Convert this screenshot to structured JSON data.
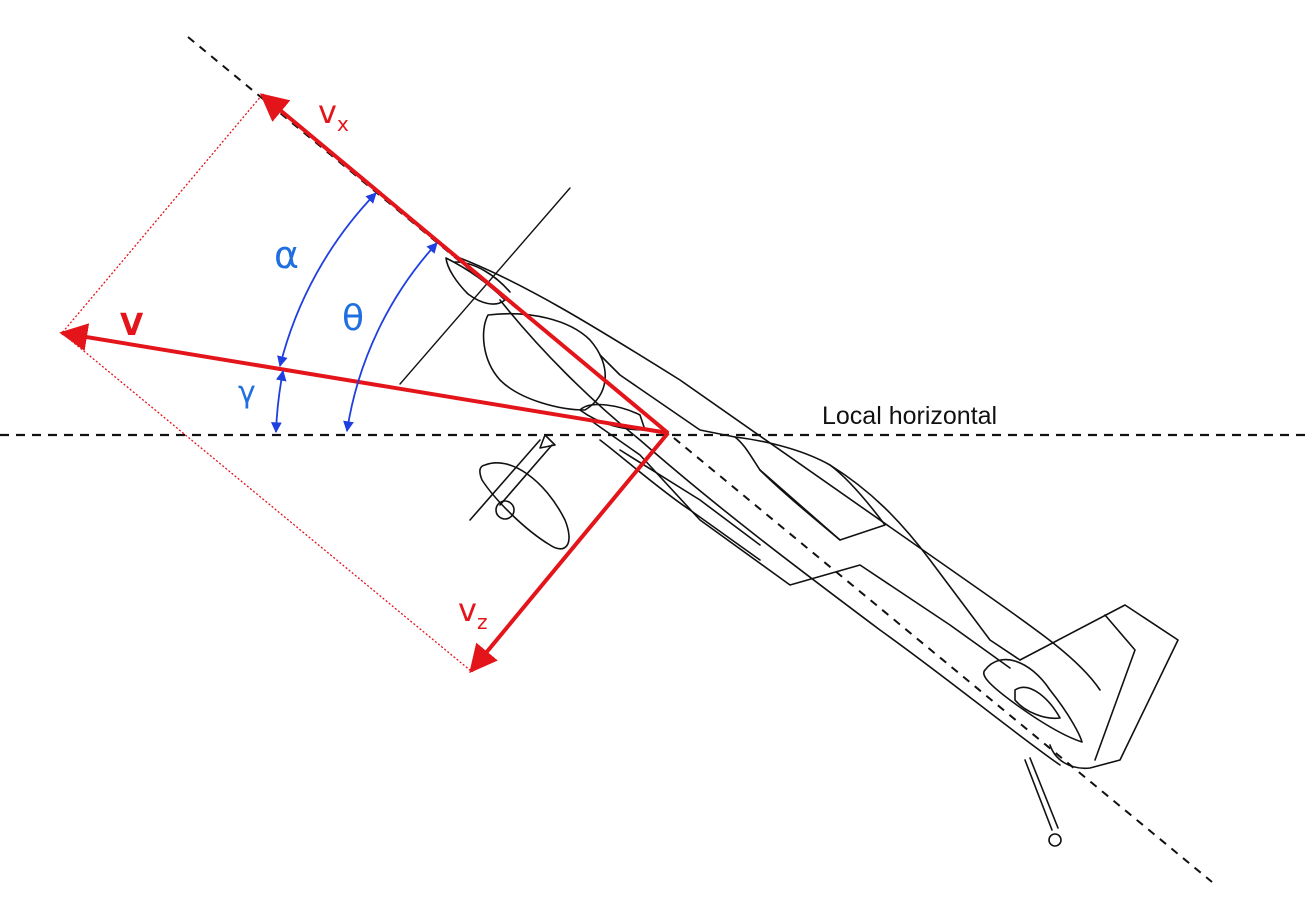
{
  "labels": {
    "local_horizontal": "Local horizontal",
    "velocity": "V",
    "vx": "v",
    "vx_sub": "x",
    "vz": "v",
    "vz_sub": "z",
    "alpha": "α",
    "theta": "θ",
    "gamma": "γ"
  },
  "colors": {
    "vector": "#e3151b",
    "angle": "#1f3fe0",
    "angle_label": "#1f6fe0",
    "line": "#111111"
  }
}
